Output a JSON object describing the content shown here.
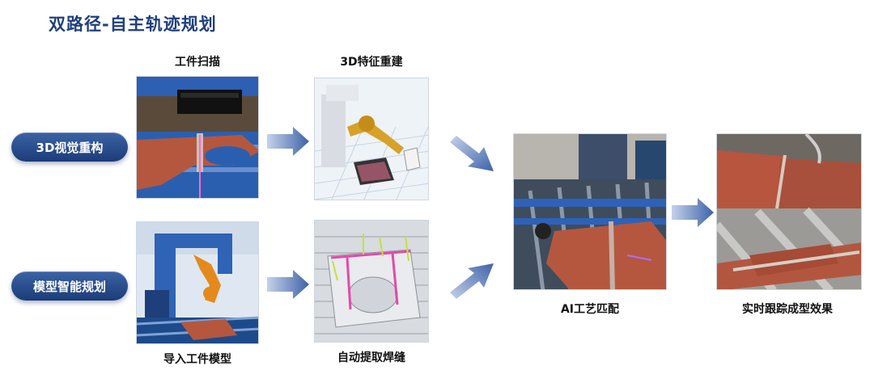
{
  "title": "双路径-自主轨迹规划",
  "paths": {
    "top": "3D视觉重构",
    "bottom": "模型智能规划"
  },
  "steps": {
    "scan": "工件扫描",
    "reconstruct": "3D特征重建",
    "import_model": "导入工件模型",
    "extract_seam": "自动提取焊缝",
    "ai_match": "AI工艺匹配",
    "tracking_result": "实时跟踪成型效果"
  },
  "colors": {
    "title": "#1f3f7e",
    "pill_top": "#3b63a4",
    "pill_bottom": "#1c3c78",
    "arrow": "#3e62a8",
    "workpiece": "#b5573e",
    "rail_blue": "#2a5fb0"
  }
}
